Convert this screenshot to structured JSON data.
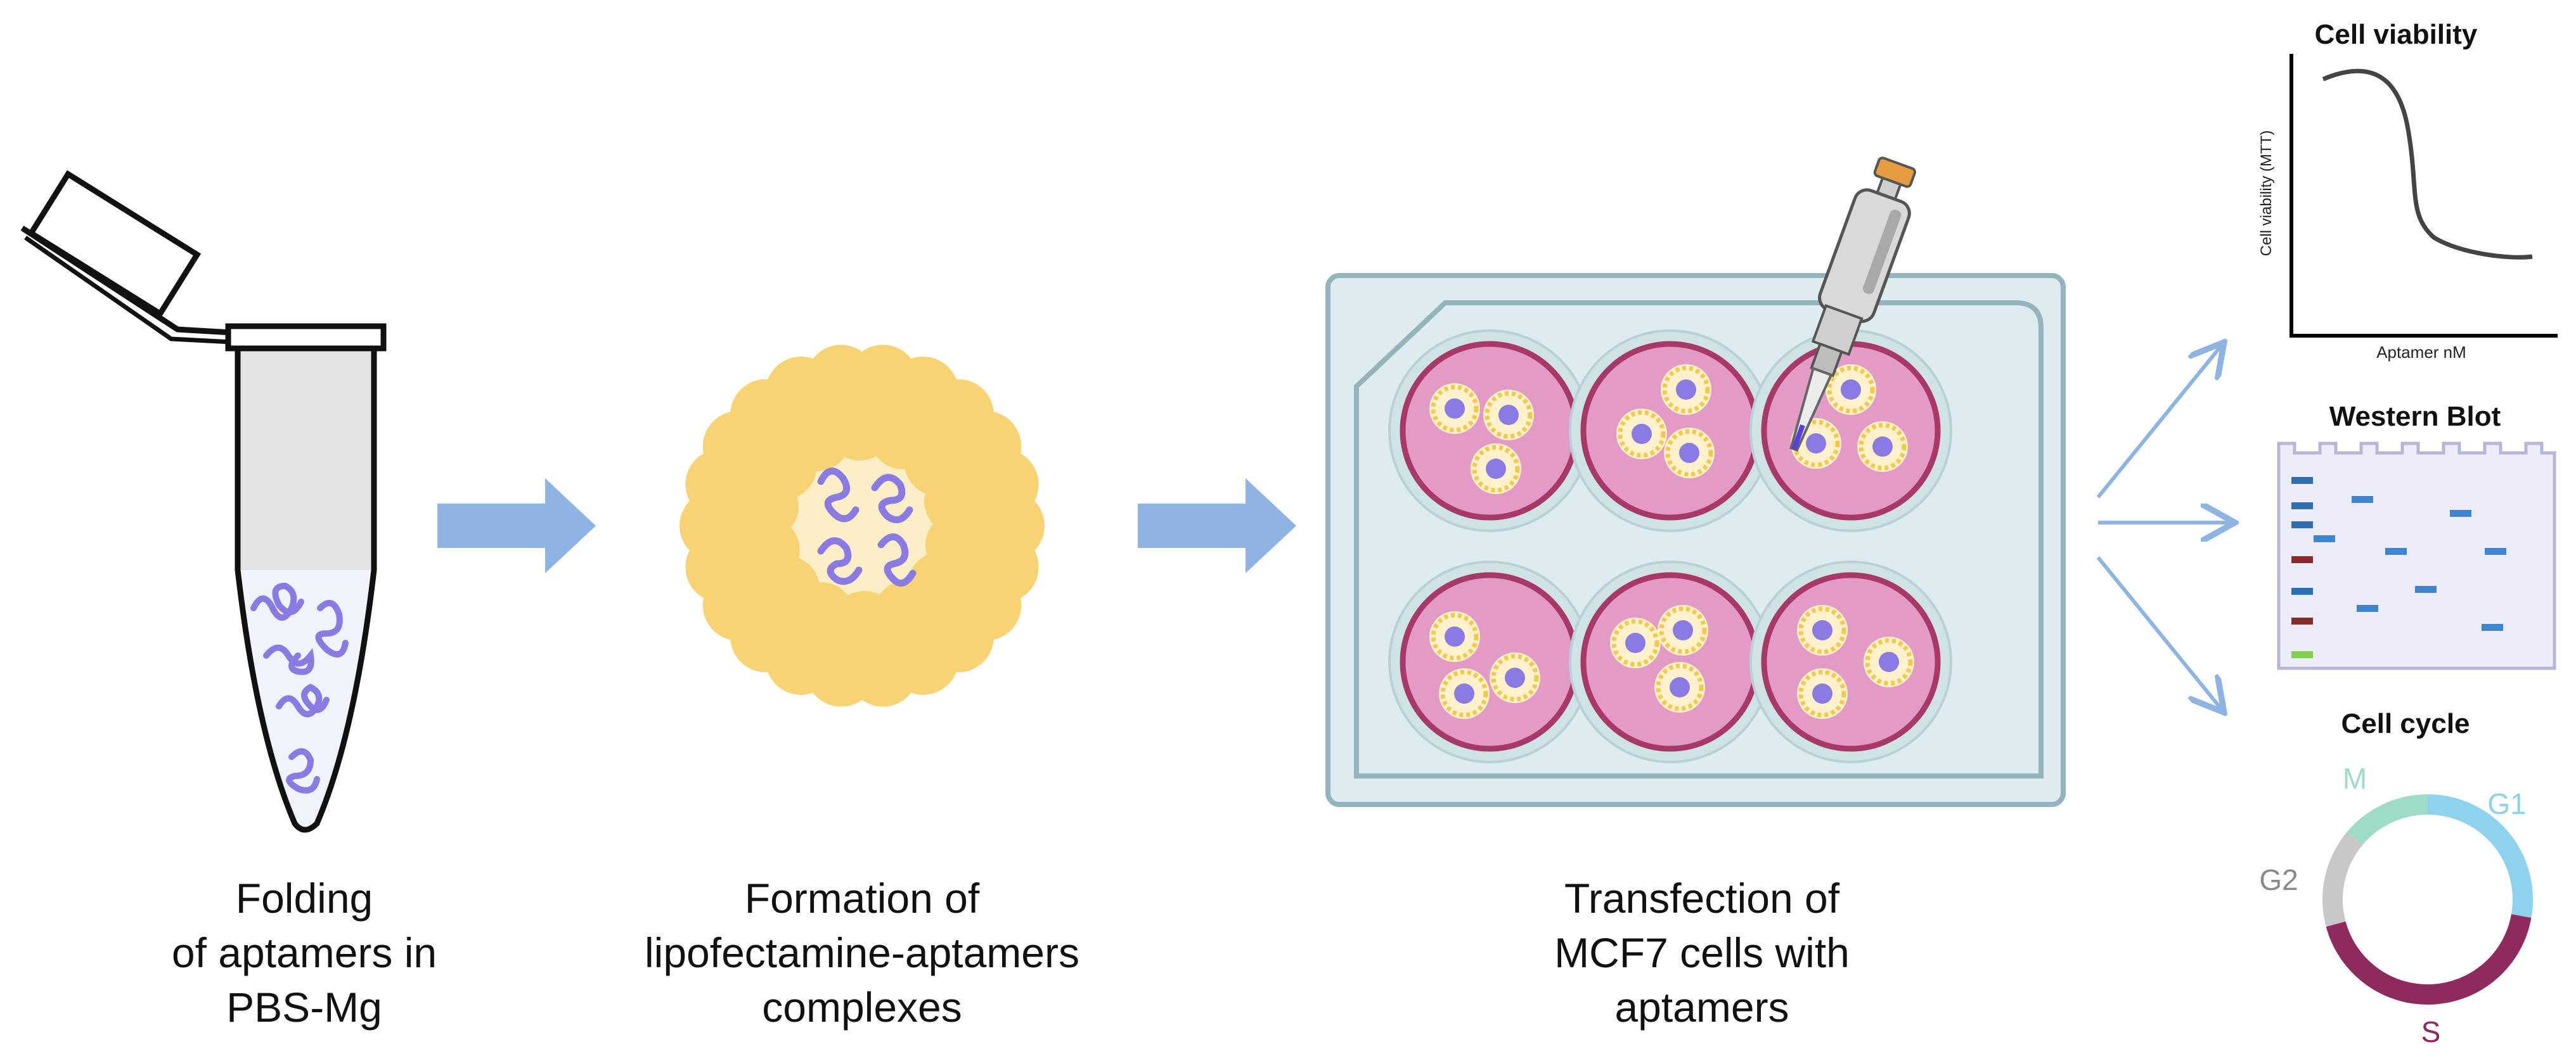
{
  "steps": [
    {
      "lines": [
        "Folding",
        "of aptamers in",
        "PBS-Mg"
      ]
    },
    {
      "lines": [
        "Formation of",
        "lipofectamine-aptamers",
        "complexes"
      ]
    },
    {
      "lines": [
        "Transfection of",
        "MCF7 cells with",
        "aptamers"
      ]
    }
  ],
  "outputs": {
    "viability": {
      "title": "Cell viability",
      "ylabel": "Cell viability (MTT)",
      "xlabel": "Aptamer nM"
    },
    "western": {
      "title": "Western Blot"
    },
    "cycle": {
      "title": "Cell cycle",
      "phases": [
        {
          "label": "M",
          "color": "#9fdcc7"
        },
        {
          "label": "G1",
          "color": "#8ed2ee"
        },
        {
          "label": "S",
          "color": "#8f2a5e"
        },
        {
          "label": "G2",
          "color": "#c8c8c8"
        }
      ]
    }
  },
  "colors": {
    "arrow": "#8db4e2",
    "lipid": "#f8d374",
    "aptamer": "#8a7be4",
    "well_medium": "#e39bc6",
    "well_rim": "#a83868",
    "plate": "#dfecef"
  }
}
